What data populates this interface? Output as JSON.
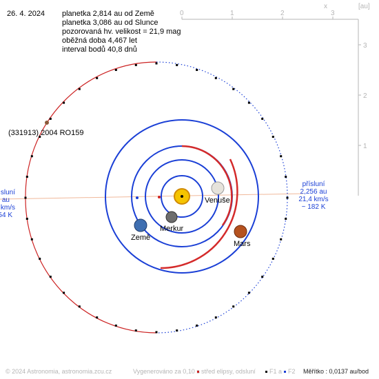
{
  "date": "26. 4. 2024",
  "info_lines": [
    "planetka 2,814 au od Země",
    "planetka 3,086 au od Slunce",
    "pozorovaná hv. velikost = 21,9 mag",
    "oběžná doba 4,467 let",
    "interval bodů 40,8 dnů"
  ],
  "asteroid_label": "(331913) 2004 RO159",
  "planet_labels": {
    "venus": "Venuše",
    "mercury": "Merkur",
    "earth": "Země",
    "mars": "Mars"
  },
  "perihelion_right": [
    "přísluní",
    "2,256 au",
    "21,4 km/s",
    "~ 182 K"
  ],
  "perihelion_left": [
    "sluní",
    "9 au",
    "km/s",
    "54 K"
  ],
  "axis": {
    "x_label": "x",
    "unit_label": "[au]",
    "x_ticks": [
      "0",
      "1",
      "2",
      "3"
    ],
    "y_ticks": [
      "3",
      "2",
      "1"
    ]
  },
  "footer": {
    "copyright": "© 2024 Astronomia, astronomia.zcu.cz",
    "generated": "Vygenerováno za 0,10 s",
    "legend_center": "střed elipsy, odsluní",
    "legend_f": "F1 a",
    "legend_f2": "F2",
    "scale": "Měřítko : 0,0137 au/bod"
  },
  "colors": {
    "planet_orbit": "#1a3fd6",
    "asteroid_orbit": "#cc2222",
    "apsis_line": "#f0b89a",
    "label_blue": "#1a3fd6",
    "axis_grey": "#b5b5b5"
  }
}
